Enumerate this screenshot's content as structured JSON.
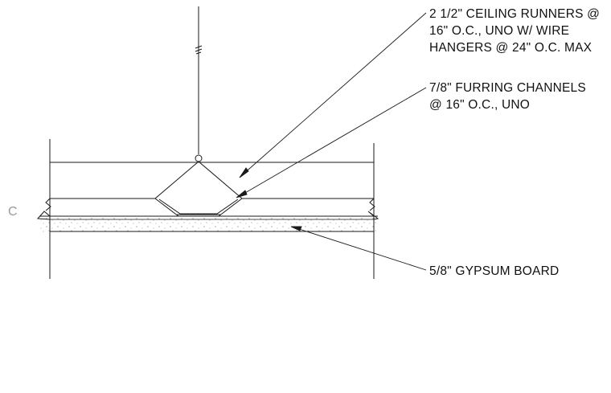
{
  "notes": {
    "runners": [
      "2 1/2\" CEILING RUNNERS @",
      "16\" O.C., UNO W/ WIRE",
      "HANGERS @ 24\" O.C. MAX"
    ],
    "furring": [
      "7/8\" FURRING CHANNELS",
      "@ 16\" O.C., UNO"
    ],
    "gypsum": "5/8\" GYPSUM BOARD"
  },
  "section_mark": "C",
  "colors": {
    "line": "#1a1a1a",
    "board_fill": "#f2f2f2",
    "mark": "#9a9a9a"
  }
}
